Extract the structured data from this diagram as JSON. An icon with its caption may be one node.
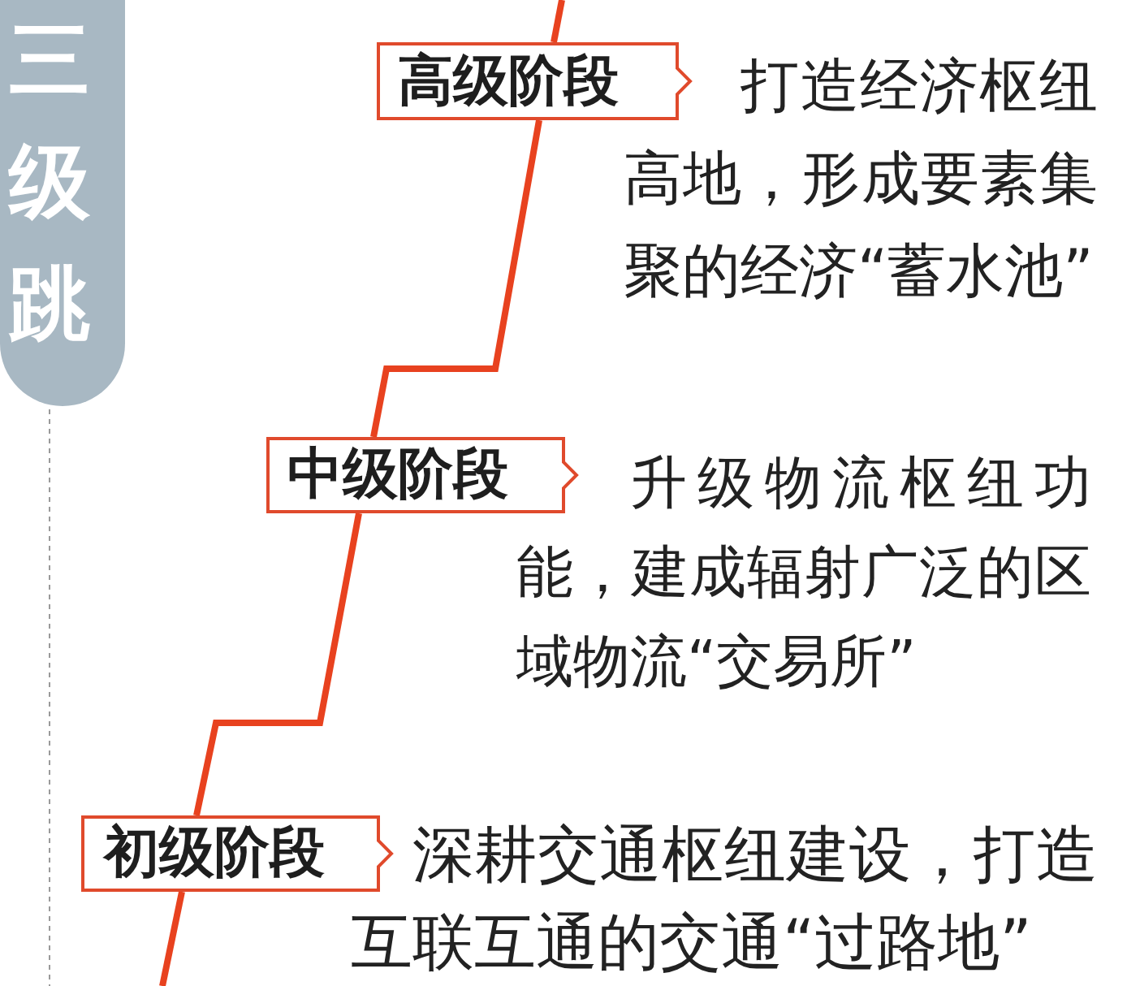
{
  "diagram": {
    "nodes": [
      {
        "text": [
          "三级跳"
        ]
      },
      {
        "text": [
          "高级阶段"
        ],
        "beside": [
          "打造经济枢纽高地，形成要素集聚的经济“蓄水池”"
        ]
      },
      {
        "text": [
          "中级阶段"
        ],
        "beside": [
          "升级物流枢纽功能，建成辐射广泛的区域物流“交易所”"
        ]
      },
      {
        "text": [
          "初级阶段"
        ],
        "beside": [
          "深耕交通枢纽建设，打造互联互通的交通“过路地”"
        ]
      }
    ],
    "edges": [
      {
        "from": null,
        "to": 1,
        "arrow": "none"
      },
      {
        "from": 1,
        "to": 2,
        "arrow": "none"
      },
      {
        "from": 2,
        "to": 3,
        "arrow": "none"
      },
      {
        "from": 3,
        "to": null,
        "arrow": "none"
      }
    ]
  }
}
